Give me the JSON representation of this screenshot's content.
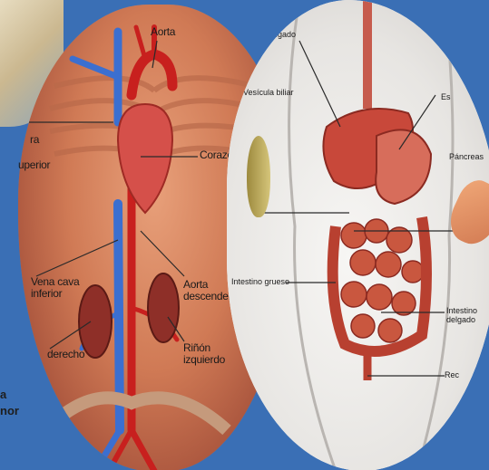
{
  "left_panel": {
    "labels": {
      "aorta": "Aorta",
      "corazon": "Corazón",
      "cava_superior_part1": "ra",
      "cava_superior_part2": "uperior",
      "vena_cava_inferior": "Vena cava\ninferior",
      "aorta_descendente": "Aorta\ndescendente",
      "rinon_derecho": "derecho",
      "rinon_izquierdo": "Riñón\nizquierdo"
    }
  },
  "right_panel": {
    "labels": {
      "higado": "Hígado",
      "vesicula_biliar": "Vesícula biliar",
      "estomago": "Es",
      "pancreas": "Páncreas",
      "intestino_grueso": "Intestino grueso",
      "intestino_delgado": "Intestino\ndelgado",
      "recto": "Rec"
    }
  },
  "corner_fragments": {
    "a": "a",
    "nor": "nor"
  },
  "colors": {
    "background": "#3a6fb5",
    "artery": "#c8201e",
    "vein": "#3b6fd0",
    "liver": "#c8483a"
  }
}
